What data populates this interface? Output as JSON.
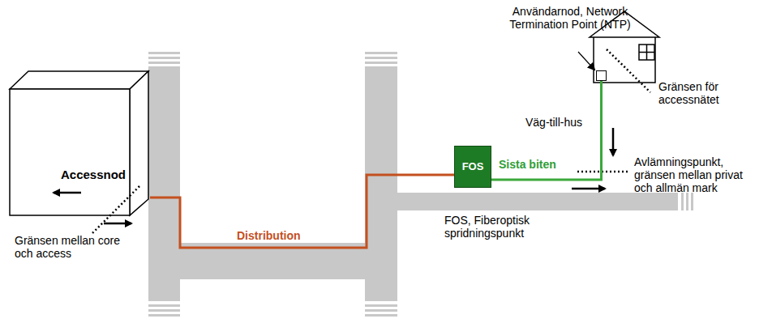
{
  "diagram": {
    "nodes": [
      {
        "text": [
          "Accessnod"
        ]
      },
      {
        "text": [
          "FOS"
        ]
      },
      {
        "text": [
          "Användarnod, Network Termination Point (NTP)"
        ]
      }
    ],
    "edges": [
      {
        "from": 0,
        "to": 1,
        "arrow": "none",
        "label": "Distribution"
      },
      {
        "from": 1,
        "to": 2,
        "arrow": "none",
        "label": "Sista biten"
      }
    ],
    "labels": [
      "Gränsen mellan core och access",
      "FOS, Fiberoptisk spridningspunkt",
      "Väg-till-hus",
      "Gränsen för accessnätet",
      "Avlämningspunkt, gränsen mellan privat och allmän mark"
    ]
  }
}
